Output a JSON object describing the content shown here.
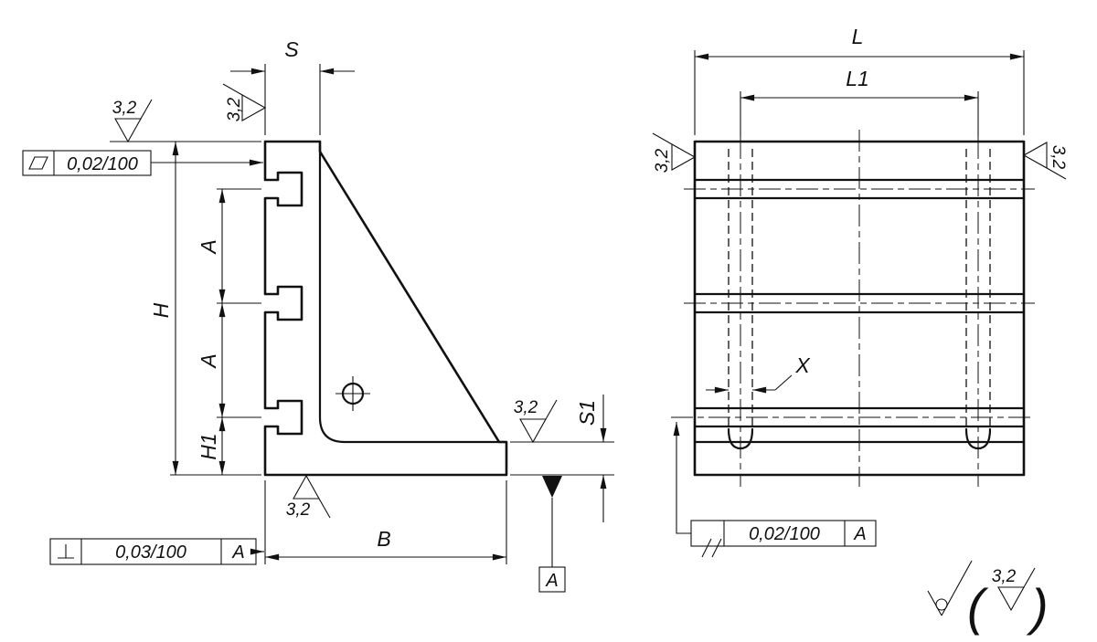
{
  "side_view": {
    "dim_s": "S",
    "dim_h": "H",
    "dim_a1": "A",
    "dim_a2": "A",
    "dim_h1": "H1",
    "dim_b": "B",
    "dim_s1": "S1",
    "finish_top": "3,2",
    "finish_left_face": "3,2",
    "finish_base_top": "3,2",
    "finish_bottom": "3,2",
    "flatness_tolerance": "0,02/100",
    "perpendicularity_tolerance": "0,03/100",
    "perpendicularity_datum": "A",
    "datum_label": "A"
  },
  "front_view": {
    "dim_l": "L",
    "dim_l1": "L1",
    "dim_x": "X",
    "finish_left": "3,2",
    "finish_right": "3,2",
    "parallelism_tolerance": "0,02/100",
    "parallelism_datum": "A",
    "general_finish_open": "(",
    "general_finish_value": "3,2",
    "general_finish_close": ")"
  }
}
